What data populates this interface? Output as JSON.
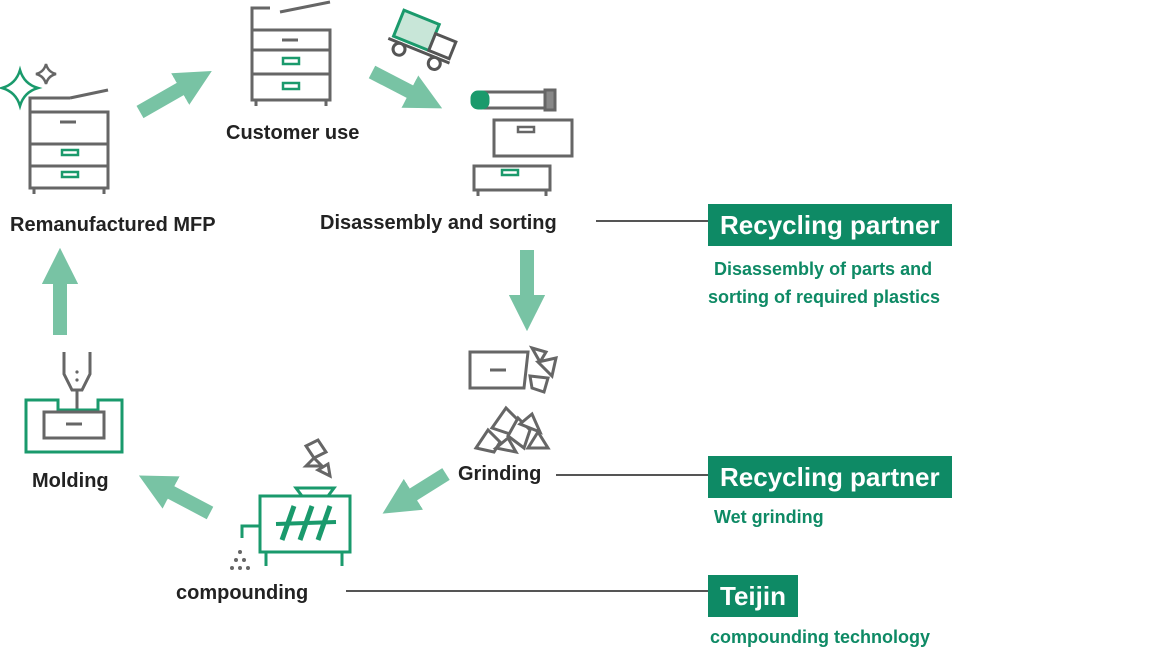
{
  "stages": {
    "customer_use": "Customer use",
    "disassembly": "Disassembly and sorting",
    "grinding": "Grinding",
    "compounding": "compounding",
    "molding": "Molding",
    "remanufactured": "Remanufactured MFP"
  },
  "partners": [
    {
      "name": "Recycling partner",
      "notes": [
        "Disassembly of parts and",
        "sorting of required plastics"
      ]
    },
    {
      "name": "Recycling partner",
      "notes": [
        "Wet grinding"
      ]
    },
    {
      "name": "Teijin",
      "notes": [
        "compounding technology"
      ]
    }
  ],
  "colors": {
    "accent": "#0e8a65",
    "arrow": "#78c3a4",
    "icon": "#666666",
    "icon_accent": "#1a9a6c"
  }
}
